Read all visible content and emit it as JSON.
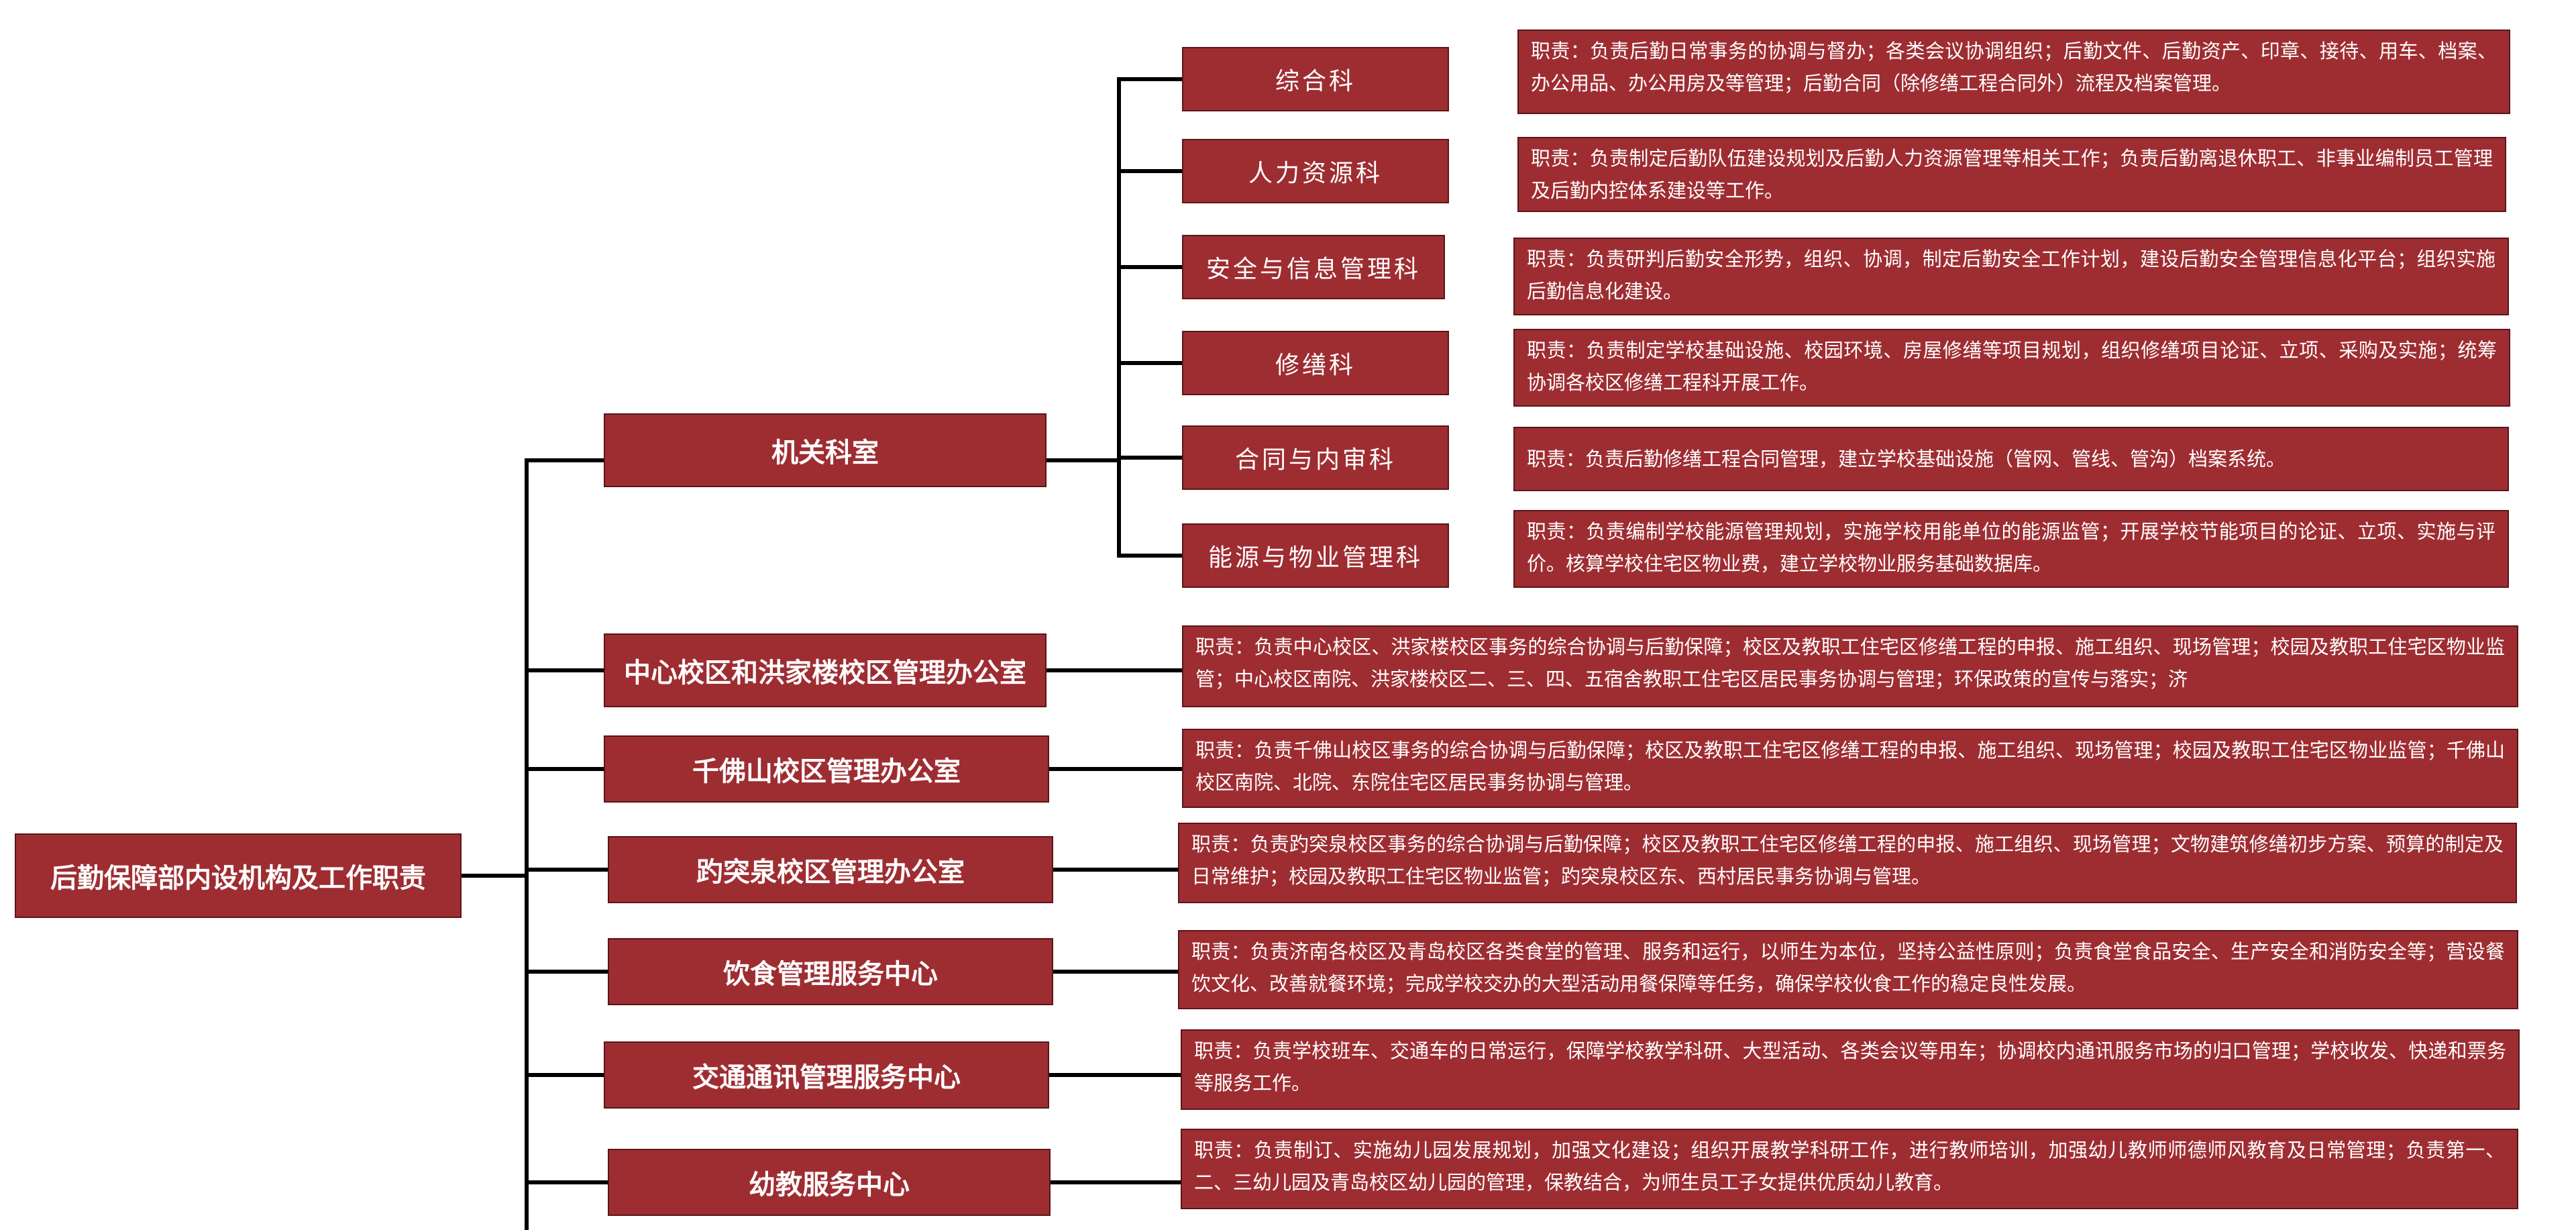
{
  "colors": {
    "box": "#9e2d32",
    "border": "#5a1518",
    "line": "#000000",
    "text": "#ffffff"
  },
  "root": {
    "label": "后勤保障部内设机构及工作职责"
  },
  "departments": [
    {
      "name": "机关科室",
      "sections": [
        {
          "name": "综合科",
          "duty": "职责：负责后勤日常事务的协调与督办；各类会议协调组织；后勤文件、后勤资产、印章、接待、用车、档案、办公用品、办公用房及等管理；后勤合同（除修缮工程合同外）流程及档案管理。"
        },
        {
          "name": "人力资源科",
          "duty": "职责：负责制定后勤队伍建设规划及后勤人力资源管理等相关工作；负责后勤离退休职工、非事业编制员工管理及后勤内控体系建设等工作。"
        },
        {
          "name": "安全与信息管理科",
          "duty": "职责：负责研判后勤安全形势，组织、协调，制定后勤安全工作计划，建设后勤安全管理信息化平台；组织实施后勤信息化建设。"
        },
        {
          "name": "修缮科",
          "duty": "职责：负责制定学校基础设施、校园环境、房屋修缮等项目规划，组织修缮项目论证、立项、采购及实施；统筹协调各校区修缮工程科开展工作。"
        },
        {
          "name": "合同与内审科",
          "duty": "职责：负责后勤修缮工程合同管理，建立学校基础设施（管网、管线、管沟）档案系统。"
        },
        {
          "name": "能源与物业管理科",
          "duty": "职责：负责编制学校能源管理规划，实施学校用能单位的能源监管；开展学校节能项目的论证、立项、实施与评价。核算学校住宅区物业费，建立学校物业服务基础数据库。"
        }
      ]
    },
    {
      "name": "中心校区和洪家楼校区管理办公室",
      "duty": "职责：负责中心校区、洪家楼校区事务的综合协调与后勤保障；校区及教职工住宅区修缮工程的申报、施工组织、现场管理；校园及教职工住宅区物业监管；中心校区南院、洪家楼校区二、三、四、五宿舍教职工住宅区居民事务协调与管理；环保政策的宣传与落实；济"
    },
    {
      "name": "千佛山校区管理办公室",
      "duty": "职责：负责千佛山校区事务的综合协调与后勤保障；校区及教职工住宅区修缮工程的申报、施工组织、现场管理；校园及教职工住宅区物业监管；千佛山校区南院、北院、东院住宅区居民事务协调与管理。"
    },
    {
      "name": "趵突泉校区管理办公室",
      "duty": "职责：负责趵突泉校区事务的综合协调与后勤保障；校区及教职工住宅区修缮工程的申报、施工组织、现场管理；文物建筑修缮初步方案、预算的制定及日常维护；校园及教职工住宅区物业监管；趵突泉校区东、西村居民事务协调与管理。"
    },
    {
      "name": "饮食管理服务中心",
      "duty": "职责：负责济南各校区及青岛校区各类食堂的管理、服务和运行，以师生为本位，坚持公益性原则；负责食堂食品安全、生产安全和消防安全等；营设餐饮文化、改善就餐环境；完成学校交办的大型活动用餐保障等任务，确保学校伙食工作的稳定良性发展。"
    },
    {
      "name": "交通通讯管理服务中心",
      "duty": "职责：负责学校班车、交通车的日常运行，保障学校教学科研、大型活动、各类会议等用车；协调校内通讯服务市场的归口管理；学校收发、快递和票务等服务工作。"
    },
    {
      "name": "幼教服务中心",
      "duty": "职责：负责制订、实施幼儿园发展规划，加强文化建设；组织开展教学科研工作，进行教师培训，加强幼儿教师师德师风教育及日常管理；负责第一、二、三幼儿园及青岛校区幼儿园的管理，保教结合，为师生员工子女提供优质幼儿教育。"
    }
  ]
}
